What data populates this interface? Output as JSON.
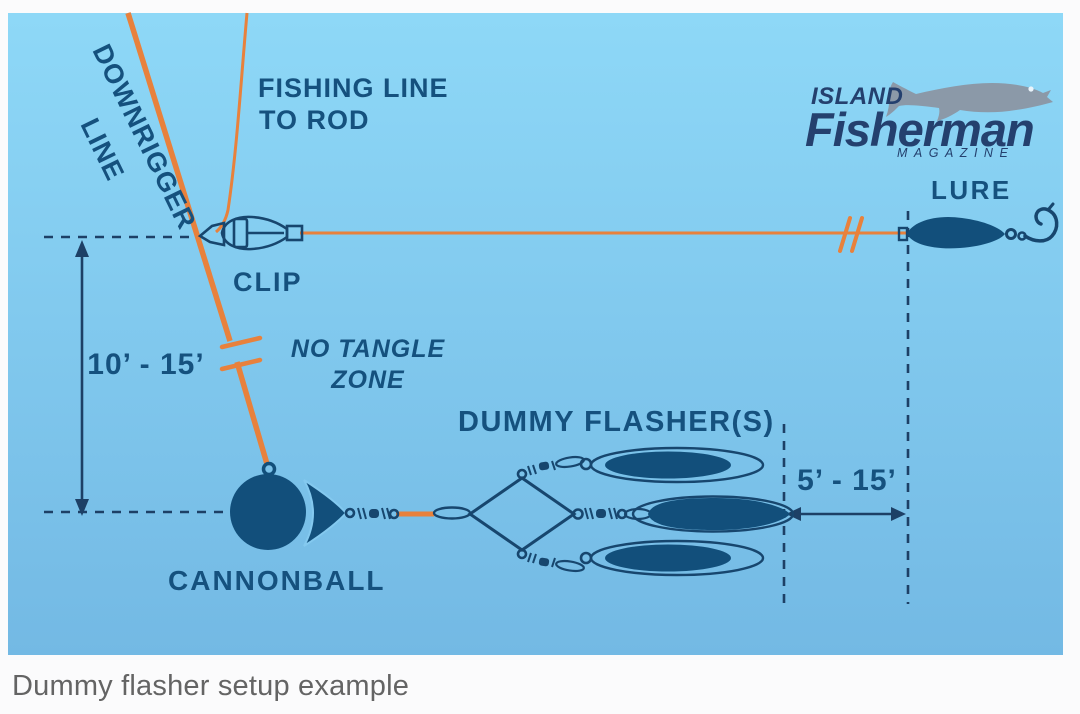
{
  "diagram": {
    "labels": {
      "downrigger_line1": "DOWNRIGGER",
      "downrigger_line2": "LINE",
      "fishing_line1": "FISHING LINE",
      "fishing_line2": "TO ROD",
      "clip": "CLIP",
      "depth_range": "10’ - 15’",
      "no_tangle1": "NO TANGLE",
      "no_tangle2": "ZONE",
      "dummy_flashers": "DUMMY FLASHER(S)",
      "spread_range": "5’ - 15’",
      "cannonball": "CANNONBALL",
      "lure": "LURE"
    },
    "logo": {
      "island": "ISLAND",
      "fisherman": "Fisherman",
      "magazine": "MAGAZINE"
    },
    "colors": {
      "background_top": "#8ed8f7",
      "background_bottom": "#73b9e4",
      "label_navy": "#15517e",
      "line_navy": "#1d4066",
      "shape_navy": "#124f7b",
      "orange": "#e8813c",
      "logo_navy": "#24406e",
      "fish_gray": "#8b99a8",
      "caption_gray": "#646464"
    }
  },
  "caption": "Dummy flasher setup example"
}
